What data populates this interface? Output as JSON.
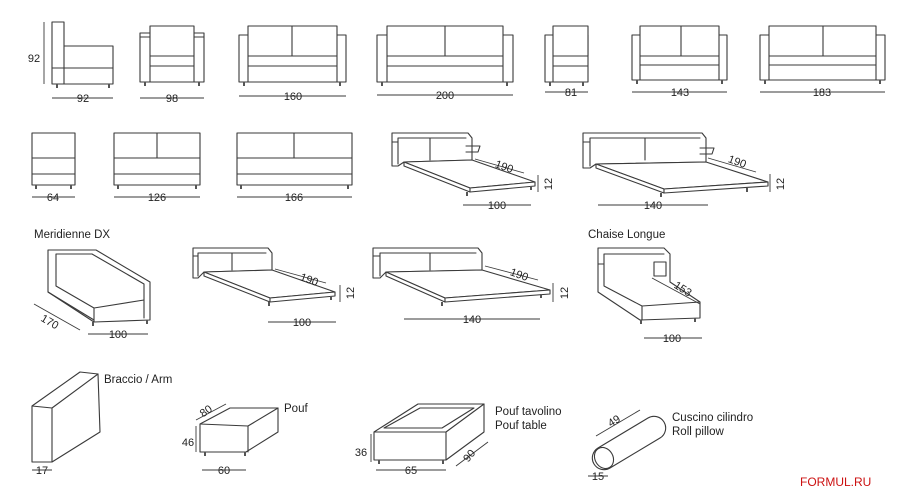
{
  "row1": {
    "armchair_side": {
      "height": "92",
      "depth": "92"
    },
    "armchair_front": "98",
    "sofa_160": "160",
    "sofa_200": "200",
    "armchair_81": "81",
    "sofa_143": "143",
    "sofa_183": "183"
  },
  "row2": {
    "module_64": "64",
    "module_126": "126",
    "module_166": "166",
    "bed_small": {
      "length": "190",
      "height": "12",
      "width": "100"
    },
    "bed_large": {
      "length": "190",
      "height": "12",
      "width": "140"
    }
  },
  "row3": {
    "meridienne_title": "Meridienne DX",
    "meridienne": {
      "depth": "170",
      "width": "100"
    },
    "bed_100": {
      "length": "190",
      "height": "12",
      "width": "100"
    },
    "bed_140": {
      "length": "190",
      "height": "12",
      "width": "140"
    },
    "chaise_title": "Chaise Longue",
    "chaise": {
      "length": "153",
      "width": "100"
    }
  },
  "row4": {
    "arm_title": "Braccio / Arm",
    "arm_width": "17",
    "pouf_title": "Pouf",
    "pouf": {
      "depth": "80",
      "height": "46",
      "width": "60"
    },
    "table_title_1": "Pouf tavolino",
    "table_title_2": "Pouf table",
    "table": {
      "height": "36",
      "width": "65",
      "depth": "90"
    },
    "pillow_title_1": "Cuscino cilindro",
    "pillow_title_2": "Roll pillow",
    "pillow": {
      "length": "49",
      "diameter": "15"
    }
  },
  "brand": "FORMUL.RU"
}
